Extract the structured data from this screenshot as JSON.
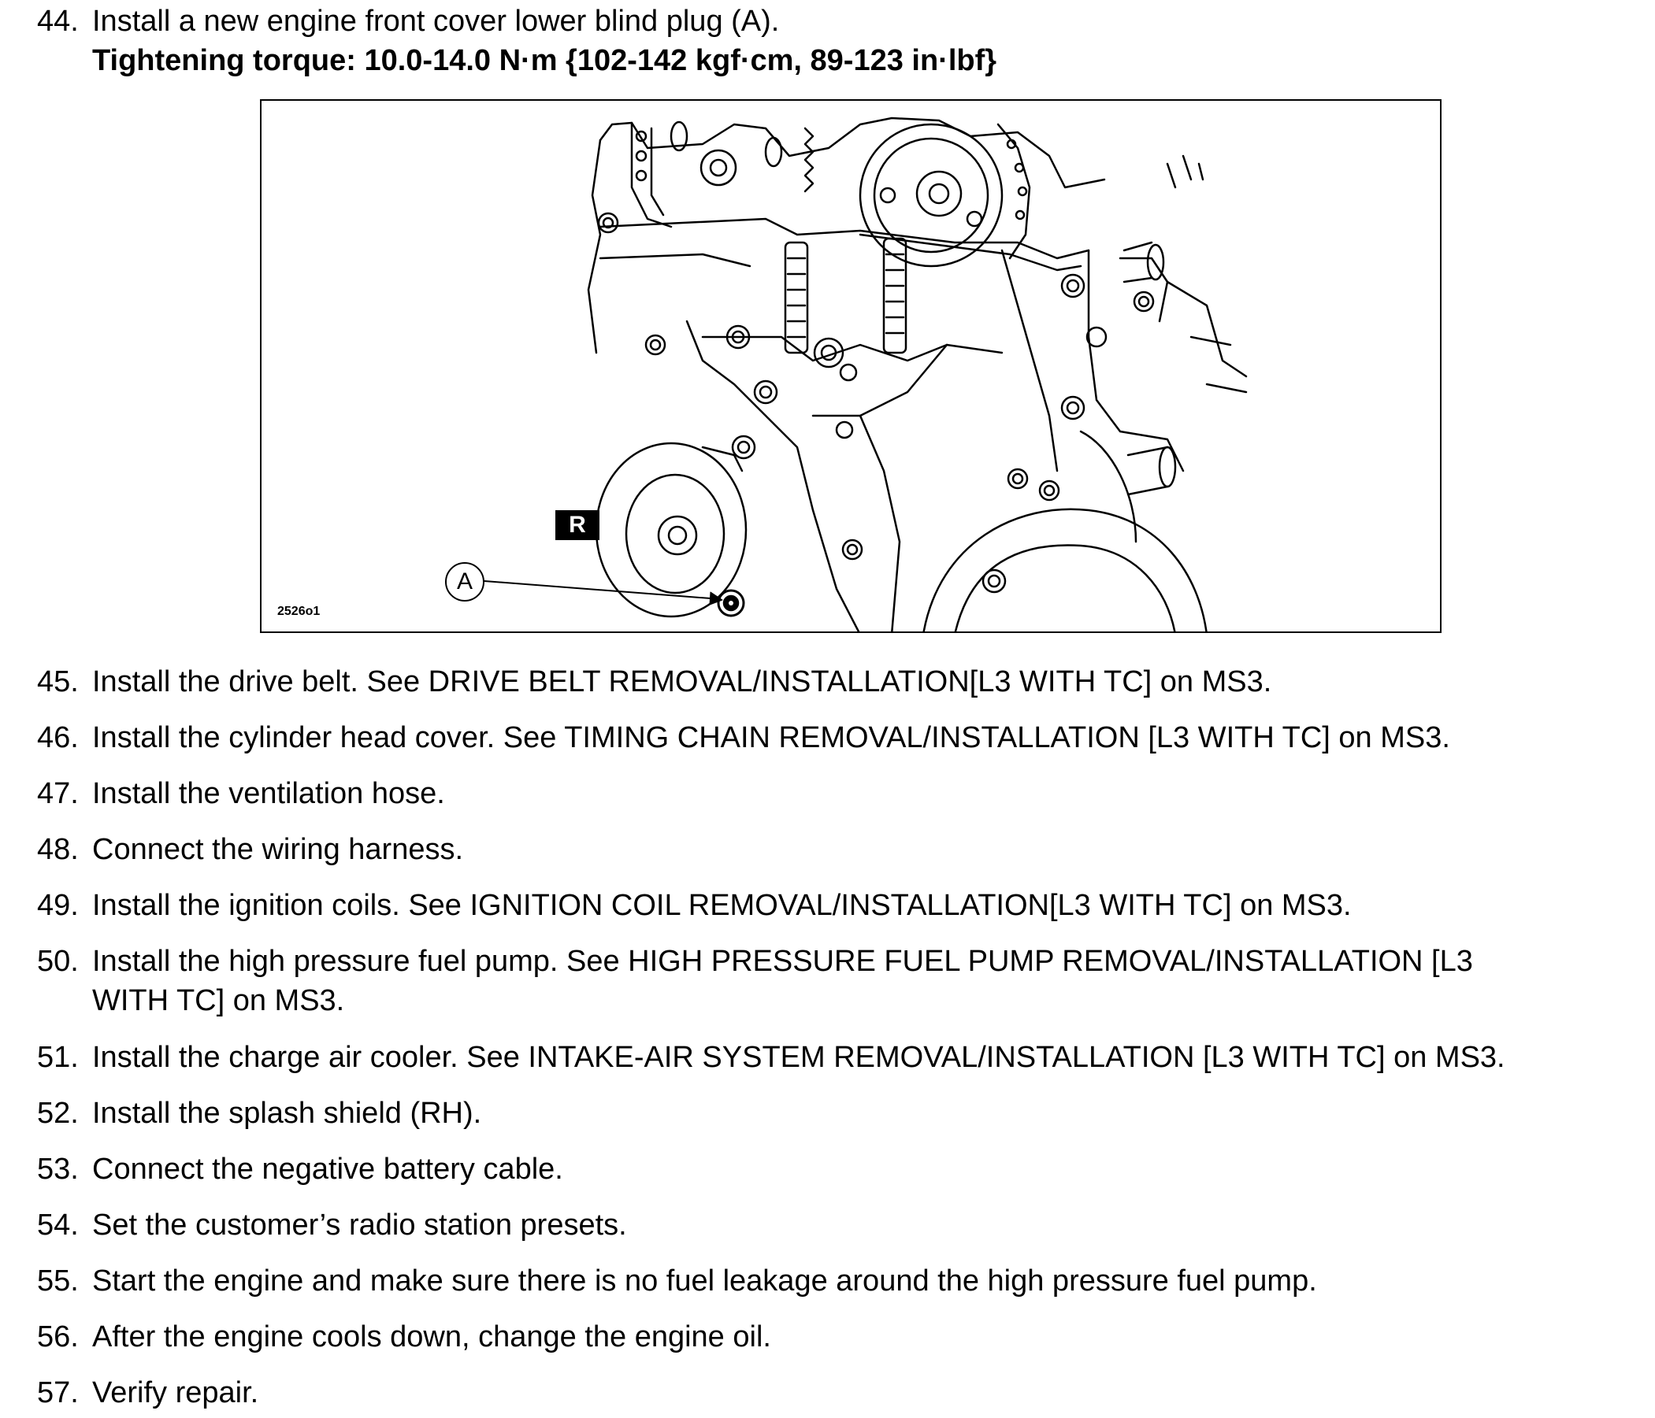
{
  "steps_top": [
    {
      "num": "44.",
      "text": "Install a new engine front cover lower blind plug (A)."
    }
  ],
  "torque_note": "Tightening torque: 10.0-14.0 N·m {102-142 kgf·cm, 89-123 in·lbf}",
  "figure": {
    "id": "2526o1",
    "view_badge": "R",
    "callout": "A"
  },
  "steps": [
    {
      "num": "45.",
      "text": "Install the drive belt. See DRIVE BELT REMOVAL/INSTALLATION[L3 WITH TC] on MS3."
    },
    {
      "num": "46.",
      "text": "Install the cylinder head cover. See TIMING CHAIN REMOVAL/INSTALLATION [L3 WITH TC] on MS3."
    },
    {
      "num": "47.",
      "text": "Install the ventilation hose."
    },
    {
      "num": "48.",
      "text": "Connect the wiring harness."
    },
    {
      "num": "49.",
      "text": "Install the ignition coils. See IGNITION COIL REMOVAL/INSTALLATION[L3 WITH TC] on MS3."
    },
    {
      "num": "50.",
      "text": "Install the high pressure fuel pump. See HIGH PRESSURE FUEL PUMP REMOVAL/INSTALLATION [L3",
      "text2": "WITH TC] on MS3."
    },
    {
      "num": "51.",
      "text": "Install the charge air cooler. See INTAKE-AIR SYSTEM REMOVAL/INSTALLATION [L3 WITH TC] on MS3."
    },
    {
      "num": "52.",
      "text": "Install the splash shield (RH)."
    },
    {
      "num": "53.",
      "text": "Connect the negative battery cable."
    },
    {
      "num": "54.",
      "text": "Set the customer’s radio station presets."
    },
    {
      "num": "55.",
      "text": "Start the engine and make sure there is no fuel leakage around the high pressure fuel pump."
    },
    {
      "num": "56.",
      "text": "After the engine cools down, change the engine oil."
    },
    {
      "num": "57.",
      "text": "Verify repair."
    }
  ]
}
